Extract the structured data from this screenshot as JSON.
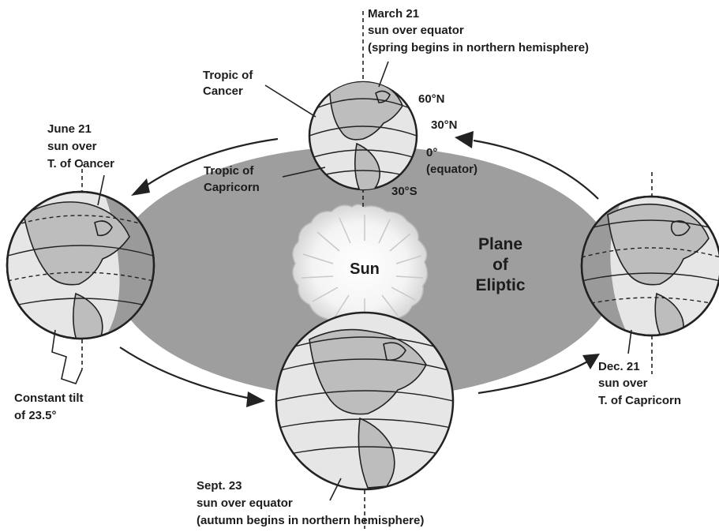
{
  "labels": {
    "march": [
      "March 21",
      "sun over equator",
      "(spring begins in northern hemisphere)"
    ],
    "june": [
      "June 21",
      "sun over",
      "T. of Cancer"
    ],
    "sept": [
      "Sept. 23",
      "sun over equator",
      "(autumn begins in northern hemisphere)"
    ],
    "dec": [
      "Dec. 21",
      "sun over",
      "T. of Capricorn"
    ],
    "tropic_cancer": [
      "Tropic of",
      "Cancer"
    ],
    "tropic_capricorn": [
      "Tropic of",
      "Capricorn"
    ],
    "lat_60n": "60°N",
    "lat_30n": "30°N",
    "lat_0": "0°",
    "equator": "(equator)",
    "lat_30s": "30°S",
    "plane": [
      "Plane",
      "of",
      "Eliptic"
    ],
    "sun": "Sun",
    "tilt": [
      "Constant tilt",
      "of 23.5°"
    ]
  },
  "colors": {
    "ellipse": "#9e9e9e",
    "globe_light": "#e6e6e6",
    "globe_shadow": "#9a9a9a",
    "land": "#bdbdbd",
    "outline": "#222222"
  }
}
